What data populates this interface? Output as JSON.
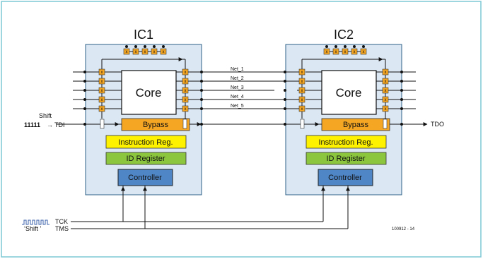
{
  "ic1": {
    "title": "IC1",
    "core": "Core",
    "bypass": "Bypass",
    "instruction": "Instruction Reg.",
    "id_register": "ID Register",
    "controller": "Controller"
  },
  "ic2": {
    "title": "IC2",
    "core": "Core",
    "bypass": "Bypass",
    "instruction": "Instruction Reg.",
    "id_register": "ID Register",
    "controller": "Controller"
  },
  "nets": [
    "Net_1",
    "Net_2",
    "Net_3",
    "Net_4",
    "Net_5"
  ],
  "cell_mark": "x",
  "inputs": {
    "shift_label": "Shift",
    "shift_bits": "11111",
    "arrow": "→",
    "tdi": "TDI",
    "tck_wave": "⎍⎍⎍⎍⎍⎍",
    "tck": "TCK",
    "tms_value": "‘Shift ’",
    "tms": "TMS"
  },
  "outputs": {
    "tdo": "TDO"
  },
  "figure_id": "100912 - 14",
  "colors": {
    "frame": "#7ec8d6",
    "chip_fill": "#dbe8f4",
    "chip_stroke": "#2e5f86",
    "bypass": "#f5a623",
    "instruction": "#fff200",
    "id_register": "#8cc63f",
    "controller": "#4f86c6",
    "cell": "#f5a623"
  }
}
